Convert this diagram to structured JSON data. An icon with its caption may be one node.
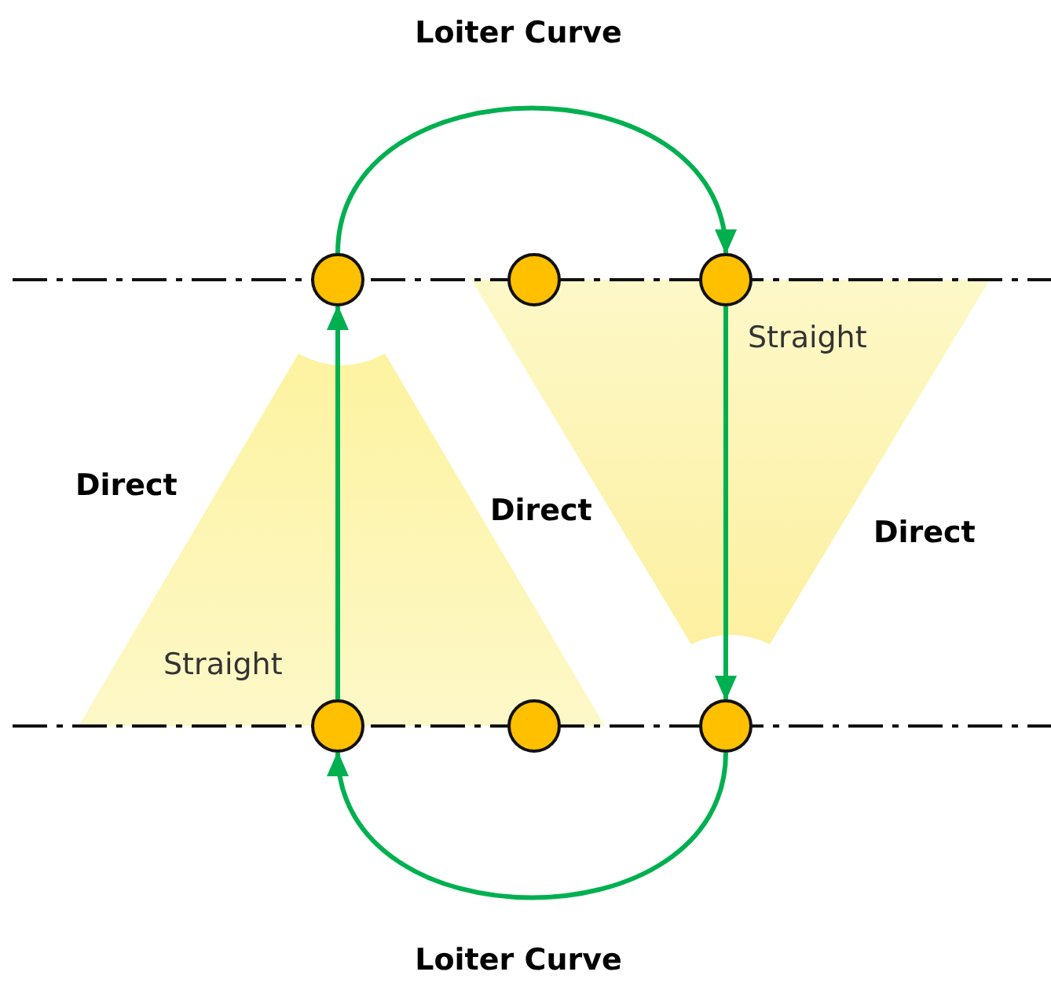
{
  "diagram": {
    "nodes": [
      {
        "text": [],
        "shape": "circle"
      },
      {
        "text": [],
        "shape": "circle"
      },
      {
        "text": [],
        "shape": "circle"
      },
      {
        "text": [],
        "shape": "circle"
      },
      {
        "text": [],
        "shape": "circle"
      },
      {
        "text": [],
        "shape": "circle"
      }
    ],
    "edges": [
      {
        "from": 0,
        "to": 2,
        "arrow": "to",
        "label": "Loiter Curve"
      },
      {
        "from": 3,
        "to": 0,
        "arrow": "to",
        "label": "Straight"
      },
      {
        "from": 2,
        "to": 5,
        "arrow": "to",
        "label": "Straight"
      },
      {
        "from": 5,
        "to": 3,
        "arrow": "to",
        "label": "Loiter Curve"
      }
    ],
    "labels": [
      "Direct",
      "Direct",
      "Direct"
    ]
  }
}
